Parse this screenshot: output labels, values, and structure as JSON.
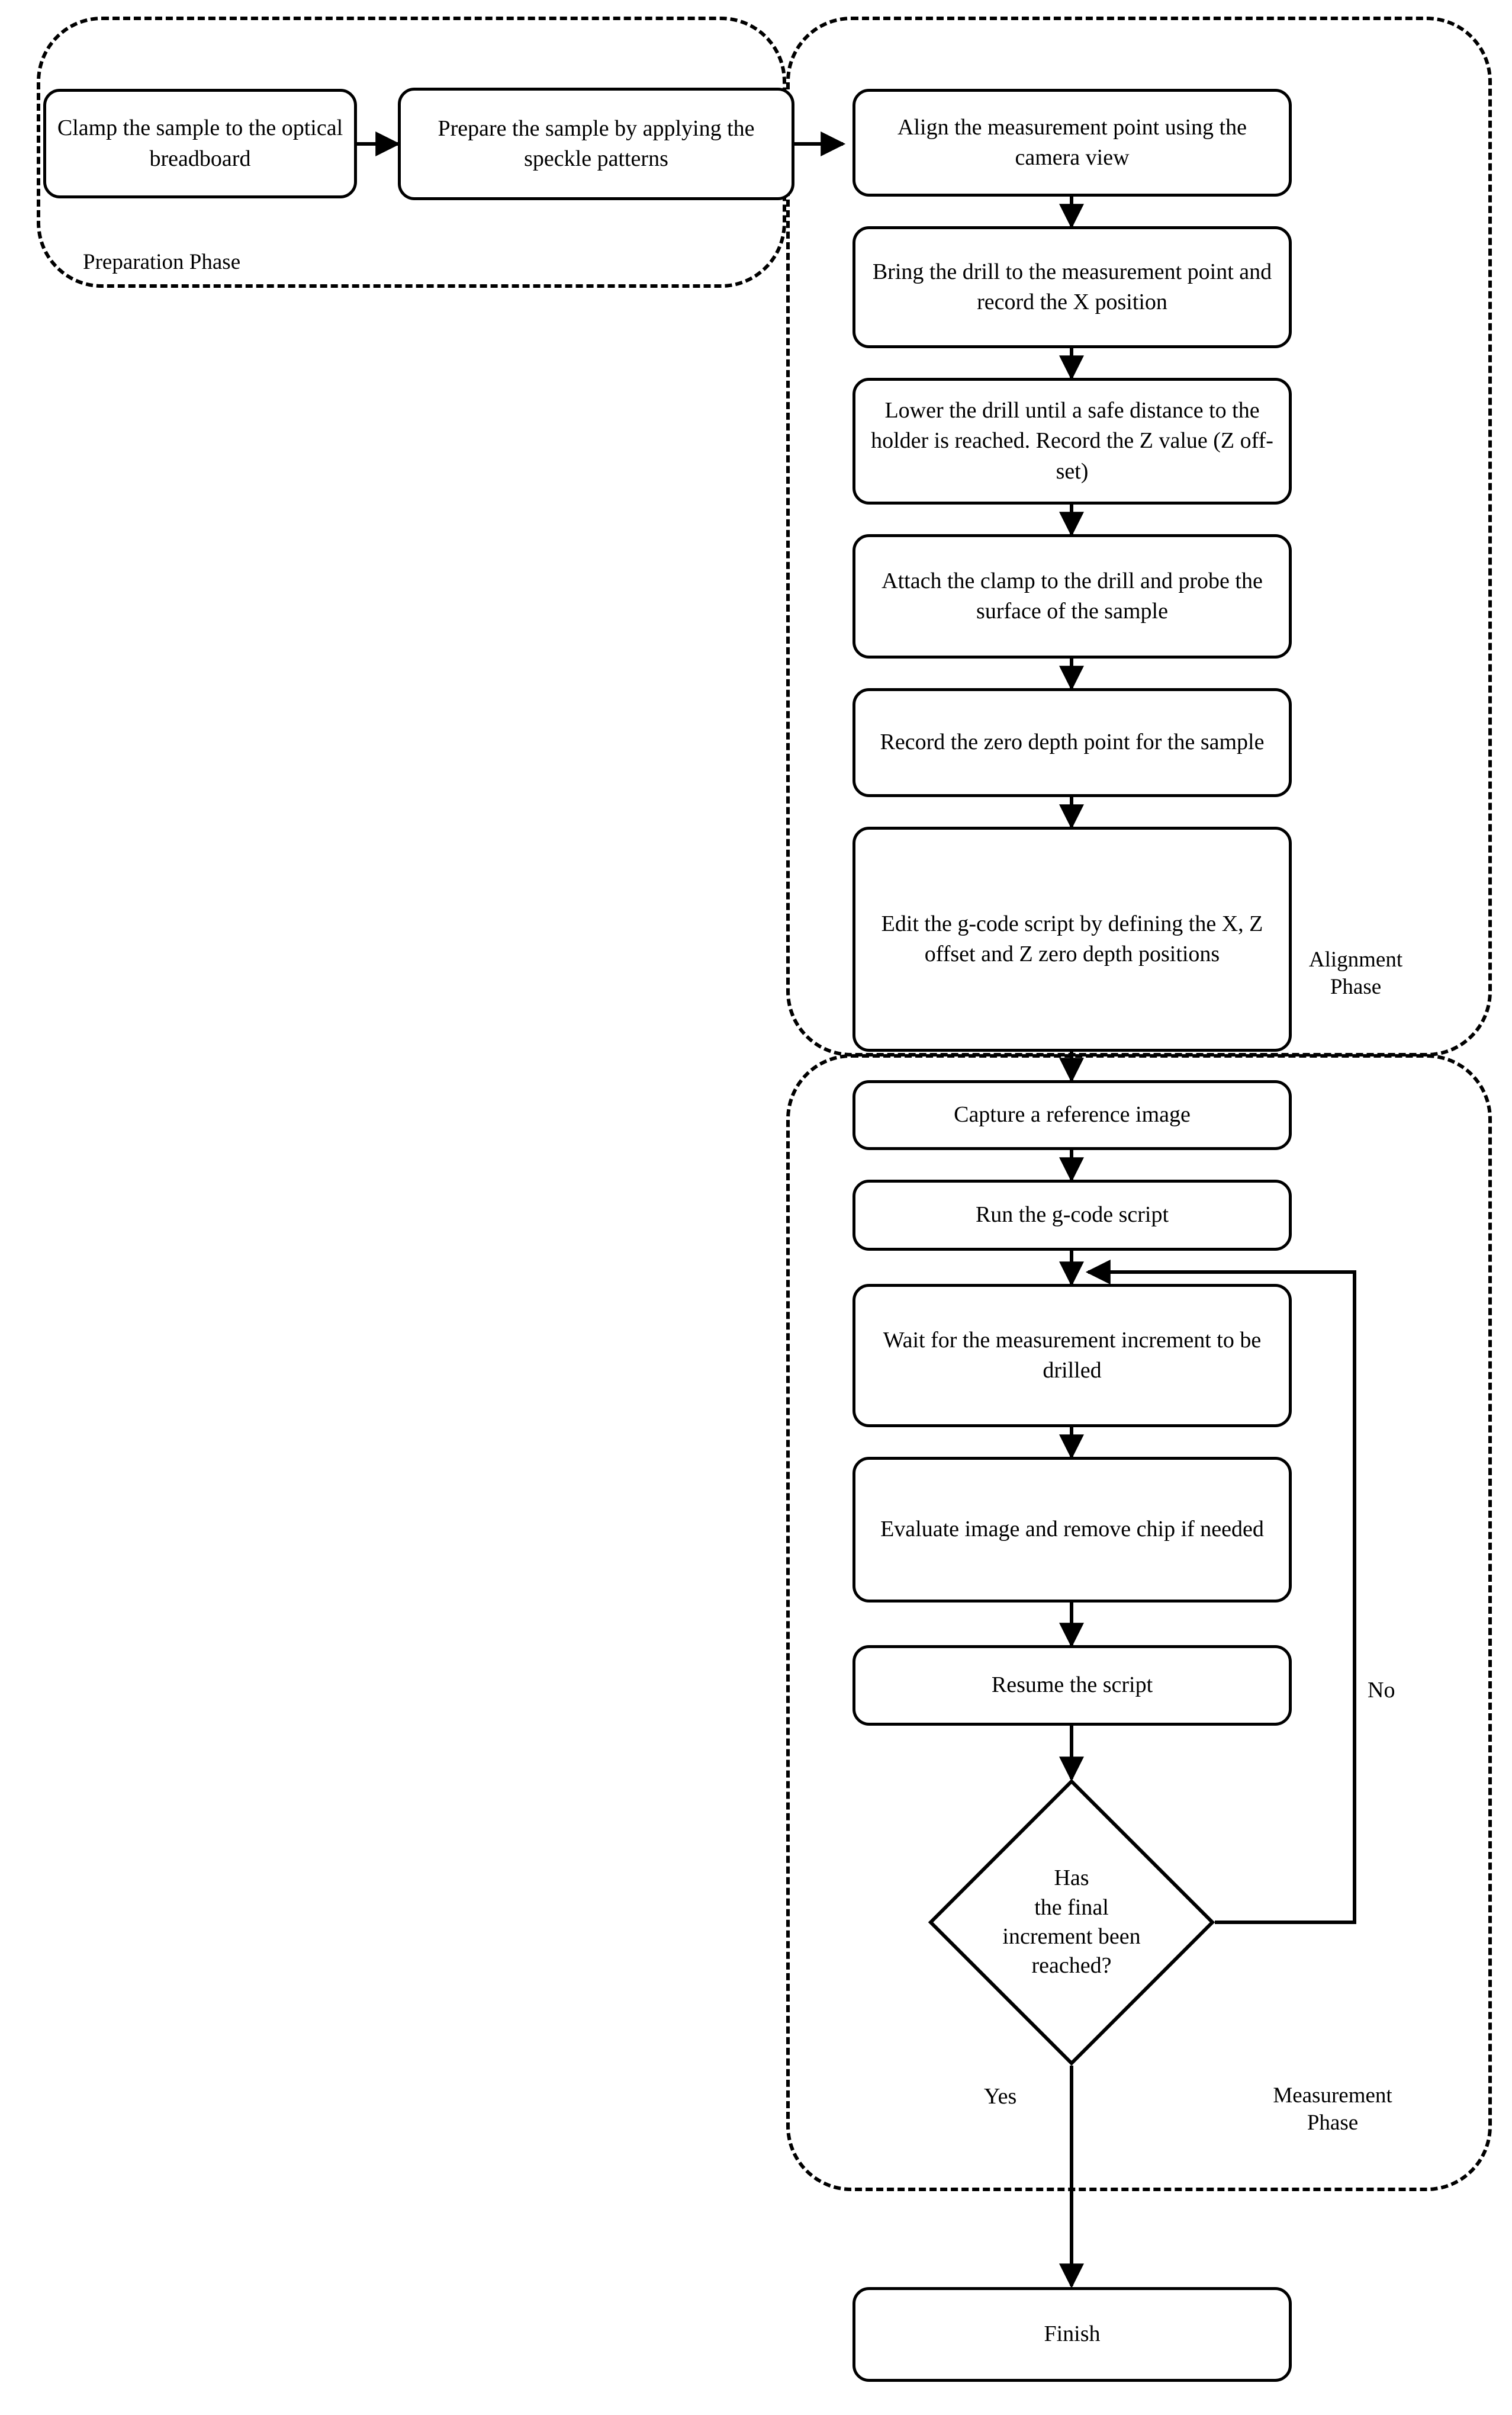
{
  "diagram": {
    "title": "Drilling measurement procedure flowchart",
    "phases": [
      {
        "id": "preparation",
        "label": "Preparation Phase"
      },
      {
        "id": "alignment",
        "label": "Alignment\nPhase"
      },
      {
        "id": "measurement",
        "label": "Measurement\nPhase"
      }
    ],
    "nodes": [
      {
        "id": "clamp",
        "phase": "preparation",
        "shape": "process",
        "text": "Clamp the sample to the optical breadboard"
      },
      {
        "id": "prepare",
        "phase": "preparation",
        "shape": "process",
        "text": "Prepare the sample by applying the speckle patterns"
      },
      {
        "id": "align",
        "phase": "alignment",
        "shape": "process",
        "text": "Align the measurement point using the camera view"
      },
      {
        "id": "bring_drill",
        "phase": "alignment",
        "shape": "process",
        "text": "Bring the drill to the measurement point and record the X position"
      },
      {
        "id": "lower_drill",
        "phase": "alignment",
        "shape": "process",
        "text": "Lower the drill until a safe distance to the holder is reached. Record the Z value (Z off-set)"
      },
      {
        "id": "attach_clamp",
        "phase": "alignment",
        "shape": "process",
        "text": "Attach the clamp to the drill and probe the surface of the sample"
      },
      {
        "id": "record_zero",
        "phase": "alignment",
        "shape": "process",
        "text": "Record the zero depth point for the sample"
      },
      {
        "id": "edit_gcode",
        "phase": "alignment",
        "shape": "process",
        "text": "Edit the g-code script by defining the X, Z offset and Z zero depth positions"
      },
      {
        "id": "capture_ref",
        "phase": "measurement",
        "shape": "process",
        "text": "Capture a reference  image"
      },
      {
        "id": "run_script",
        "phase": "measurement",
        "shape": "process",
        "text": "Run the g-code script"
      },
      {
        "id": "wait_inc",
        "phase": "measurement",
        "shape": "process",
        "text": "Wait for the measurement increment to be drilled"
      },
      {
        "id": "evaluate",
        "phase": "measurement",
        "shape": "process",
        "text": "Evaluate image and remove chip if needed"
      },
      {
        "id": "resume",
        "phase": "measurement",
        "shape": "process",
        "text": "Resume the script"
      },
      {
        "id": "decision",
        "phase": "measurement",
        "shape": "decision",
        "text": "Has\nthe final\nincrement been\nreached?"
      },
      {
        "id": "finish",
        "phase": "none",
        "shape": "process",
        "text": "Finish"
      }
    ],
    "edge_labels": [
      {
        "id": "no",
        "text": "No"
      },
      {
        "id": "yes",
        "text": "Yes"
      }
    ],
    "colors": {
      "stroke": "#000000",
      "fill": "#ffffff",
      "text": "#000000"
    }
  }
}
